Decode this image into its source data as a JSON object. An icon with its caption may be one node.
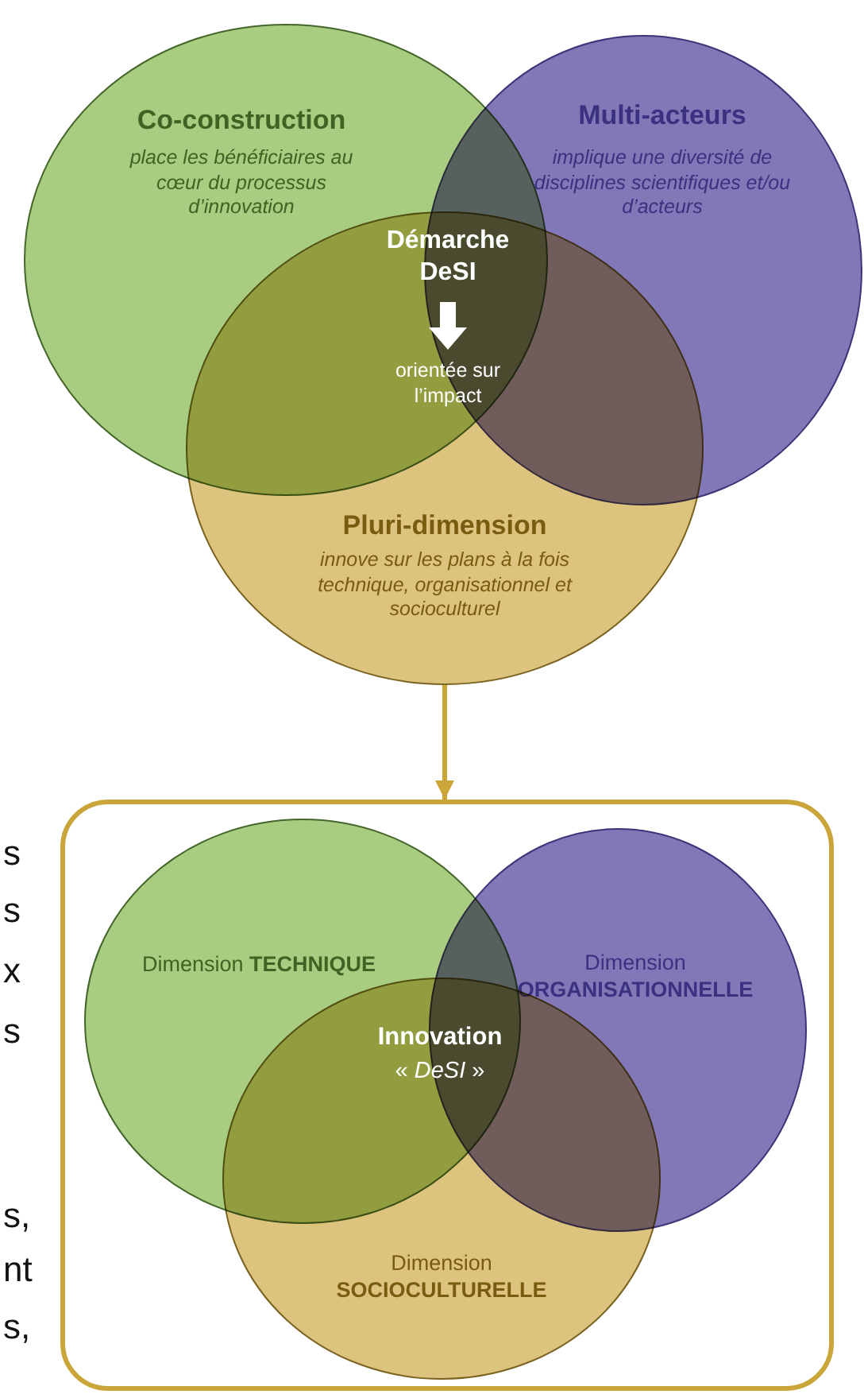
{
  "diagram": {
    "nodes": [
      {
        "text": [
          "Co-construction",
          "place les bénéficiaires au cœur du processus d’innovation"
        ]
      },
      {
        "text": [
          "Multi-acteurs",
          "implique une diversité de disciplines scientifiques et/ou d’acteurs"
        ]
      },
      {
        "text": [
          "Pluri-dimension",
          "innove sur les plans à la fois technique, organisationnel et socioculturel"
        ]
      },
      {
        "text": [
          "Démarche DeSI",
          "orientée sur l’impact"
        ]
      },
      {
        "text": [],
        "shape": "box"
      },
      {
        "text": [
          "Dimension **TECHNIQUE**"
        ],
        "in": 4
      },
      {
        "text": [
          "Dimension **ORGANISATIONNELLE**"
        ],
        "in": 4
      },
      {
        "text": [
          "Dimension **SOCIOCULTURELLE**"
        ],
        "in": 4
      },
      {
        "text": [
          "Innovation",
          "« *DeSI* »"
        ]
      }
    ],
    "edges": [
      {
        "from": 2,
        "to": 4,
        "arrow": "to",
        "color": "#c9a53a"
      }
    ],
    "labels": [
      "s",
      "s",
      "x",
      "s",
      "s,",
      "nt",
      "s,"
    ]
  }
}
